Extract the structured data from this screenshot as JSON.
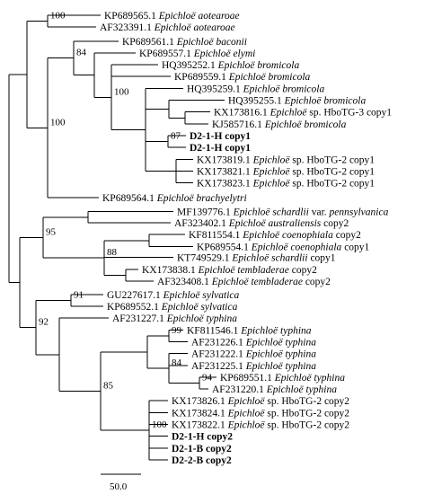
{
  "figure": {
    "scale_bar_label": "50.0"
  },
  "taxa": [
    {
      "acc": "KP689565.1",
      "sp": "Epichloë aotearoae",
      "suf": ""
    },
    {
      "acc": "AF323391.1",
      "sp": "Epichloë aotearoae",
      "suf": ""
    },
    {
      "acc": "KP689561.1",
      "sp": "Epichloë baconii",
      "suf": ""
    },
    {
      "acc": "KP689557.1",
      "sp": "Epichloë elymi",
      "suf": ""
    },
    {
      "acc": "HQ395252.1",
      "sp": "Epichloë bromicola",
      "suf": ""
    },
    {
      "acc": "KP689559.1",
      "sp": "Epichloë bromicola",
      "suf": ""
    },
    {
      "acc": "HQ395259.1",
      "sp": "Epichloë bromicola",
      "suf": ""
    },
    {
      "acc": "HQ395255.1",
      "sp": "Epichloë bromicola",
      "suf": ""
    },
    {
      "acc": "KX173816.1",
      "sp": "Epichloë",
      "suf": "sp. HboTG-3 copy1"
    },
    {
      "acc": "KJ585716.1",
      "sp": "Epichloë bromicola",
      "suf": ""
    },
    {
      "bold": "D2-1-H copy1"
    },
    {
      "bold": "D2-1-H copy1"
    },
    {
      "acc": "KX173819.1",
      "sp": "Epichloë",
      "suf": "sp. HboTG-2 copy1"
    },
    {
      "acc": "KX173821.1",
      "sp": "Epichloë",
      "suf": "sp. HboTG-2 copy1"
    },
    {
      "acc": "KX173823.1",
      "sp": "Epichloë",
      "suf": "sp. HboTG-2 copy1"
    },
    {
      "acc": "KP689564.1",
      "sp": "Epichloë brachyelytri",
      "suf": ""
    },
    {
      "acc": "MF139776.1",
      "sp": "Epichloë schardlii",
      "suf": "var.",
      "sp2": "pennsylvanica"
    },
    {
      "acc": "AF323402.1",
      "sp": "Epichloë australiensis",
      "suf": "copy2"
    },
    {
      "acc": "KF811554.1",
      "sp": "Epichloë coenophiala",
      "suf": "copy2"
    },
    {
      "acc": "KP689554.1",
      "sp": "Epichloë coenophiala",
      "suf": "copy1"
    },
    {
      "acc": "KT749529.1",
      "sp": "Epichloë schardlii",
      "suf": "copy1"
    },
    {
      "acc": "KX173838.1",
      "sp": "Epichloë tembladerae",
      "suf": "copy2"
    },
    {
      "acc": "AF323408.1",
      "sp": "Epichloë tembladerae",
      "suf": "copy2"
    },
    {
      "acc": "GU227617.1",
      "sp": "Epichloë sylvatica",
      "suf": ""
    },
    {
      "acc": "KP689552.1",
      "sp": "Epichloë sylvatica",
      "suf": ""
    },
    {
      "acc": "AF231227.1",
      "sp": "Epichloë typhina",
      "suf": ""
    },
    {
      "acc": "KF811546.1",
      "sp": "Epichloë typhina",
      "suf": ""
    },
    {
      "acc": "AF231226.1",
      "sp": "Epichloë typhina",
      "suf": ""
    },
    {
      "acc": "AF231222.1",
      "sp": "Epichloë typhina",
      "suf": ""
    },
    {
      "acc": "AF231225.1",
      "sp": "Epichloë typhina",
      "suf": ""
    },
    {
      "acc": "KP689551.1",
      "sp": "Epichloë typhina",
      "suf": ""
    },
    {
      "acc": "AF231220.1",
      "sp": "Epichloë typhina",
      "suf": ""
    },
    {
      "acc": "KX173826.1",
      "sp": "Epichloë",
      "suf": "sp. HboTG-2 copy2"
    },
    {
      "acc": "KX173824.1",
      "sp": "Epichloë",
      "suf": "sp. HboTG-2 copy2"
    },
    {
      "acc": "KX173822.1",
      "sp": "Epichloë",
      "suf": "sp. HboTG-2 copy2"
    },
    {
      "bold": "D2-1-H copy2"
    },
    {
      "bold": "D2-1-B copy2"
    },
    {
      "bold": "D2-2-B copy2"
    }
  ],
  "supports": [
    "100",
    "84",
    "100",
    "100",
    "87",
    "95",
    "88",
    "91",
    "92",
    "85",
    "99",
    "84",
    "94",
    "100"
  ]
}
